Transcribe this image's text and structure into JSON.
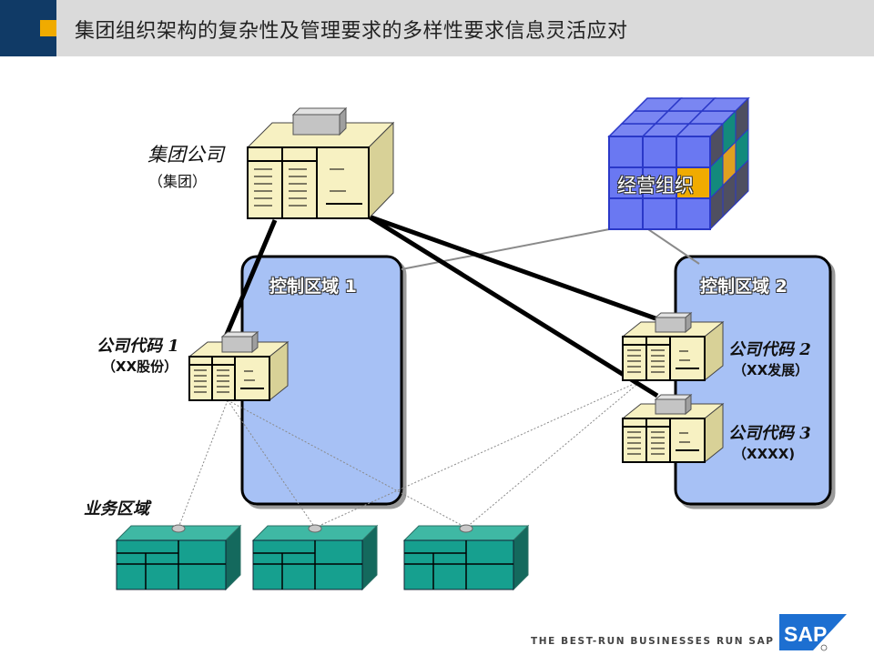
{
  "header": {
    "title": "集团组织架构的复杂性及管理要求的多样性要求信息灵活应对"
  },
  "diagram": {
    "group": {
      "name": "集团公司",
      "sub": "（集团）"
    },
    "cube": {
      "label": "经营组织"
    },
    "control_areas": [
      {
        "label": "控制区域 1"
      },
      {
        "label": "控制区域 2"
      }
    ],
    "companies": [
      {
        "name": "公司代码 1",
        "sub": "（XX股份）"
      },
      {
        "name": "公司代码 2",
        "sub": "（XX发展）"
      },
      {
        "name": "公司代码 3",
        "sub": "（XXXX)"
      }
    ],
    "business_area": {
      "label": "业务区域"
    }
  },
  "footer": {
    "slogan": "THE BEST-RUN BUSINESSES RUN SAP",
    "logo": "SAP"
  }
}
